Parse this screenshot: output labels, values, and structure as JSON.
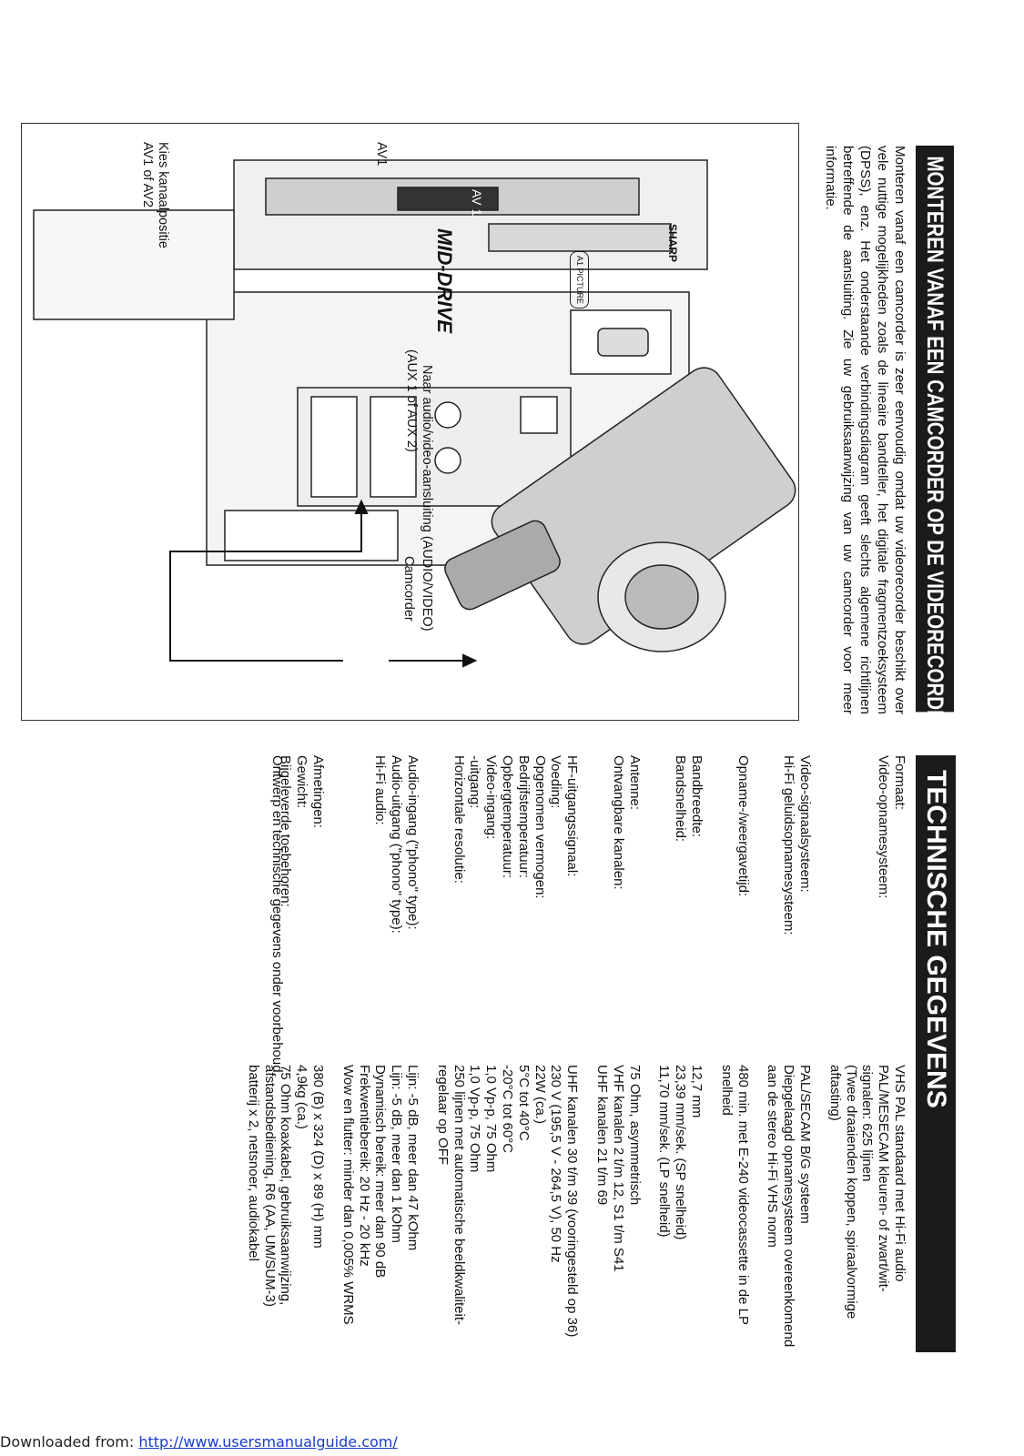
{
  "camcorder_section": {
    "title": "MONTEREN VANAF EEN CAMCORDER OP DE VIDEORECORDER",
    "intro": "Monteren vanaf een camcorder is zeer eenvoudig omdat uw videorecorder beschikt over vele nuttige mogelijkheden zoals de lineaire bandteller, het digitale fragmentzoeksysteem (DPSS), enz. Het onderstaande verbindingsdiagram geeft slechts algemene richtlijnen betreffende de aansluiting. Zie uw gebruiksaanwijzing van uw camcorder voor meer informatie.",
    "labels": {
      "camcorder": "Camcorder",
      "connection_line1": "Naar audio/video-aansluiting (AUDIO/VIDEO)",
      "connection_line2": "(AUX 1 of AUX 2)",
      "av1": "AV1",
      "channel_line1": "Kies kanaalpositie",
      "channel_line2": "AV1 of AV2",
      "brand": "SHARP",
      "model": "MID-DRIVE",
      "display": "AV 1",
      "badge": "A1 PICTURE"
    }
  },
  "specs_section": {
    "title": "TECHNISCHE GEGEVENS",
    "rows": [
      {
        "label": "Formaat:",
        "value": "VHS PAL standaard met Hi-Fi audio"
      },
      {
        "label": "Video-opnamesysteem:",
        "value": "PAL/MESECAM kleuren- of zwart/wit-"
      },
      {
        "label": "",
        "value": "signalen: 625 lijnen"
      },
      {
        "label": "",
        "value": "(Twee draaienden koppen, spiraalvormige"
      },
      {
        "label": "",
        "value": "aftasting)"
      },
      {
        "label": "Video-signaalsysteem:",
        "value": "PAL/SECAM B/G systeem"
      },
      {
        "label": "Hi-Fi geluidsopnamesysteem:",
        "value": "Diepgelaagd opnamesysteem overeenkomend"
      },
      {
        "label": "",
        "value": "aan de stereo Hi-Fi VHS norm"
      },
      {
        "label": "Opname-/weergavetijd:",
        "value": "480 min. met E-240 videocassette in de LP"
      },
      {
        "label": "",
        "value": "snelheid"
      },
      {
        "label": "Bandbreedte:",
        "value": "12,7 mm"
      },
      {
        "label": "Bandsnelheid:",
        "value": "23,39 mm/sek. (SP snelheid)"
      },
      {
        "label": "",
        "value": "11,70 mm/sek. (LP snelheid)"
      },
      {
        "label": "Antenne:",
        "value": "75 Ohm, asymmetrisch"
      },
      {
        "label": "Ontvangbare kanalen:",
        "value": "VHF kanalen 2 t/m 12, S1 t/m S41"
      },
      {
        "label": "",
        "value": "UHF kanalen 21 t/m 69"
      },
      {
        "label": "HF-uitgangssignaal:",
        "value": "UHF kanalen 30 t/m 39 (vooringesteld op 36)"
      },
      {
        "label": "Voeding:",
        "value": "230 V (195,5 V - 264,5 V), 50 Hz"
      },
      {
        "label": "Opgenomen vermogen:",
        "value": "22W (ca.)"
      },
      {
        "label": "Bedrijfstemperatuur:",
        "value": "5°C tot 40°C"
      },
      {
        "label": "Opbergtemperatuur:",
        "value": "-20°C tot 60°C"
      },
      {
        "label": "Video-ingang:",
        "value": "1,0 Vp-p, 75 Ohm"
      },
      {
        "label": "-uitgang:",
        "value": "1,0 Vp-p, 75 Ohm"
      },
      {
        "label": "Horizontale resolutie:",
        "value": "250 lijnen met automatische beeldkwaliteit-"
      },
      {
        "label": "",
        "value": "regelaar op OFF"
      },
      {
        "label": "Audio-ingang (\"phono\" type):",
        "value": "Lijn: -5 dB, meer dan 47 kOhm"
      },
      {
        "label": "Audio-uitgang (\"phono\" type):",
        "value": "Lijn: -5 dB, meer dan 1 kOhm"
      },
      {
        "label": "Hi-Fi audio:",
        "value": "Dynamisch bereik: meer dan 90 dB"
      },
      {
        "label": "",
        "value": "Frekwentiebereik: 20 Hz - 20 kHz"
      },
      {
        "label": "",
        "value": "Wow en flutter: minder dan 0,005% WRMS"
      },
      {
        "label": "Afmetingen:",
        "value": "380 (B) x 324 (D) x 89 (H) mm"
      },
      {
        "label": "Gewicht:",
        "value": "4,9kg (ca.)"
      },
      {
        "label": "Bijgeleverde toebehoren:",
        "value": "75 Ohm koaxkabel, gebruiksaanwijzing,"
      },
      {
        "label": "",
        "value": "afstandsbediening, R6 (AA, UM/SUM-3)"
      },
      {
        "label": "",
        "value": "batterij x 2, netsnoer, audiokabel"
      }
    ],
    "footer": "Ontwerp en technische gegevens onder voorbehoud."
  },
  "download": {
    "prefix": "Downloaded from: ",
    "link": "http://www.usersmanualguide.com/"
  }
}
